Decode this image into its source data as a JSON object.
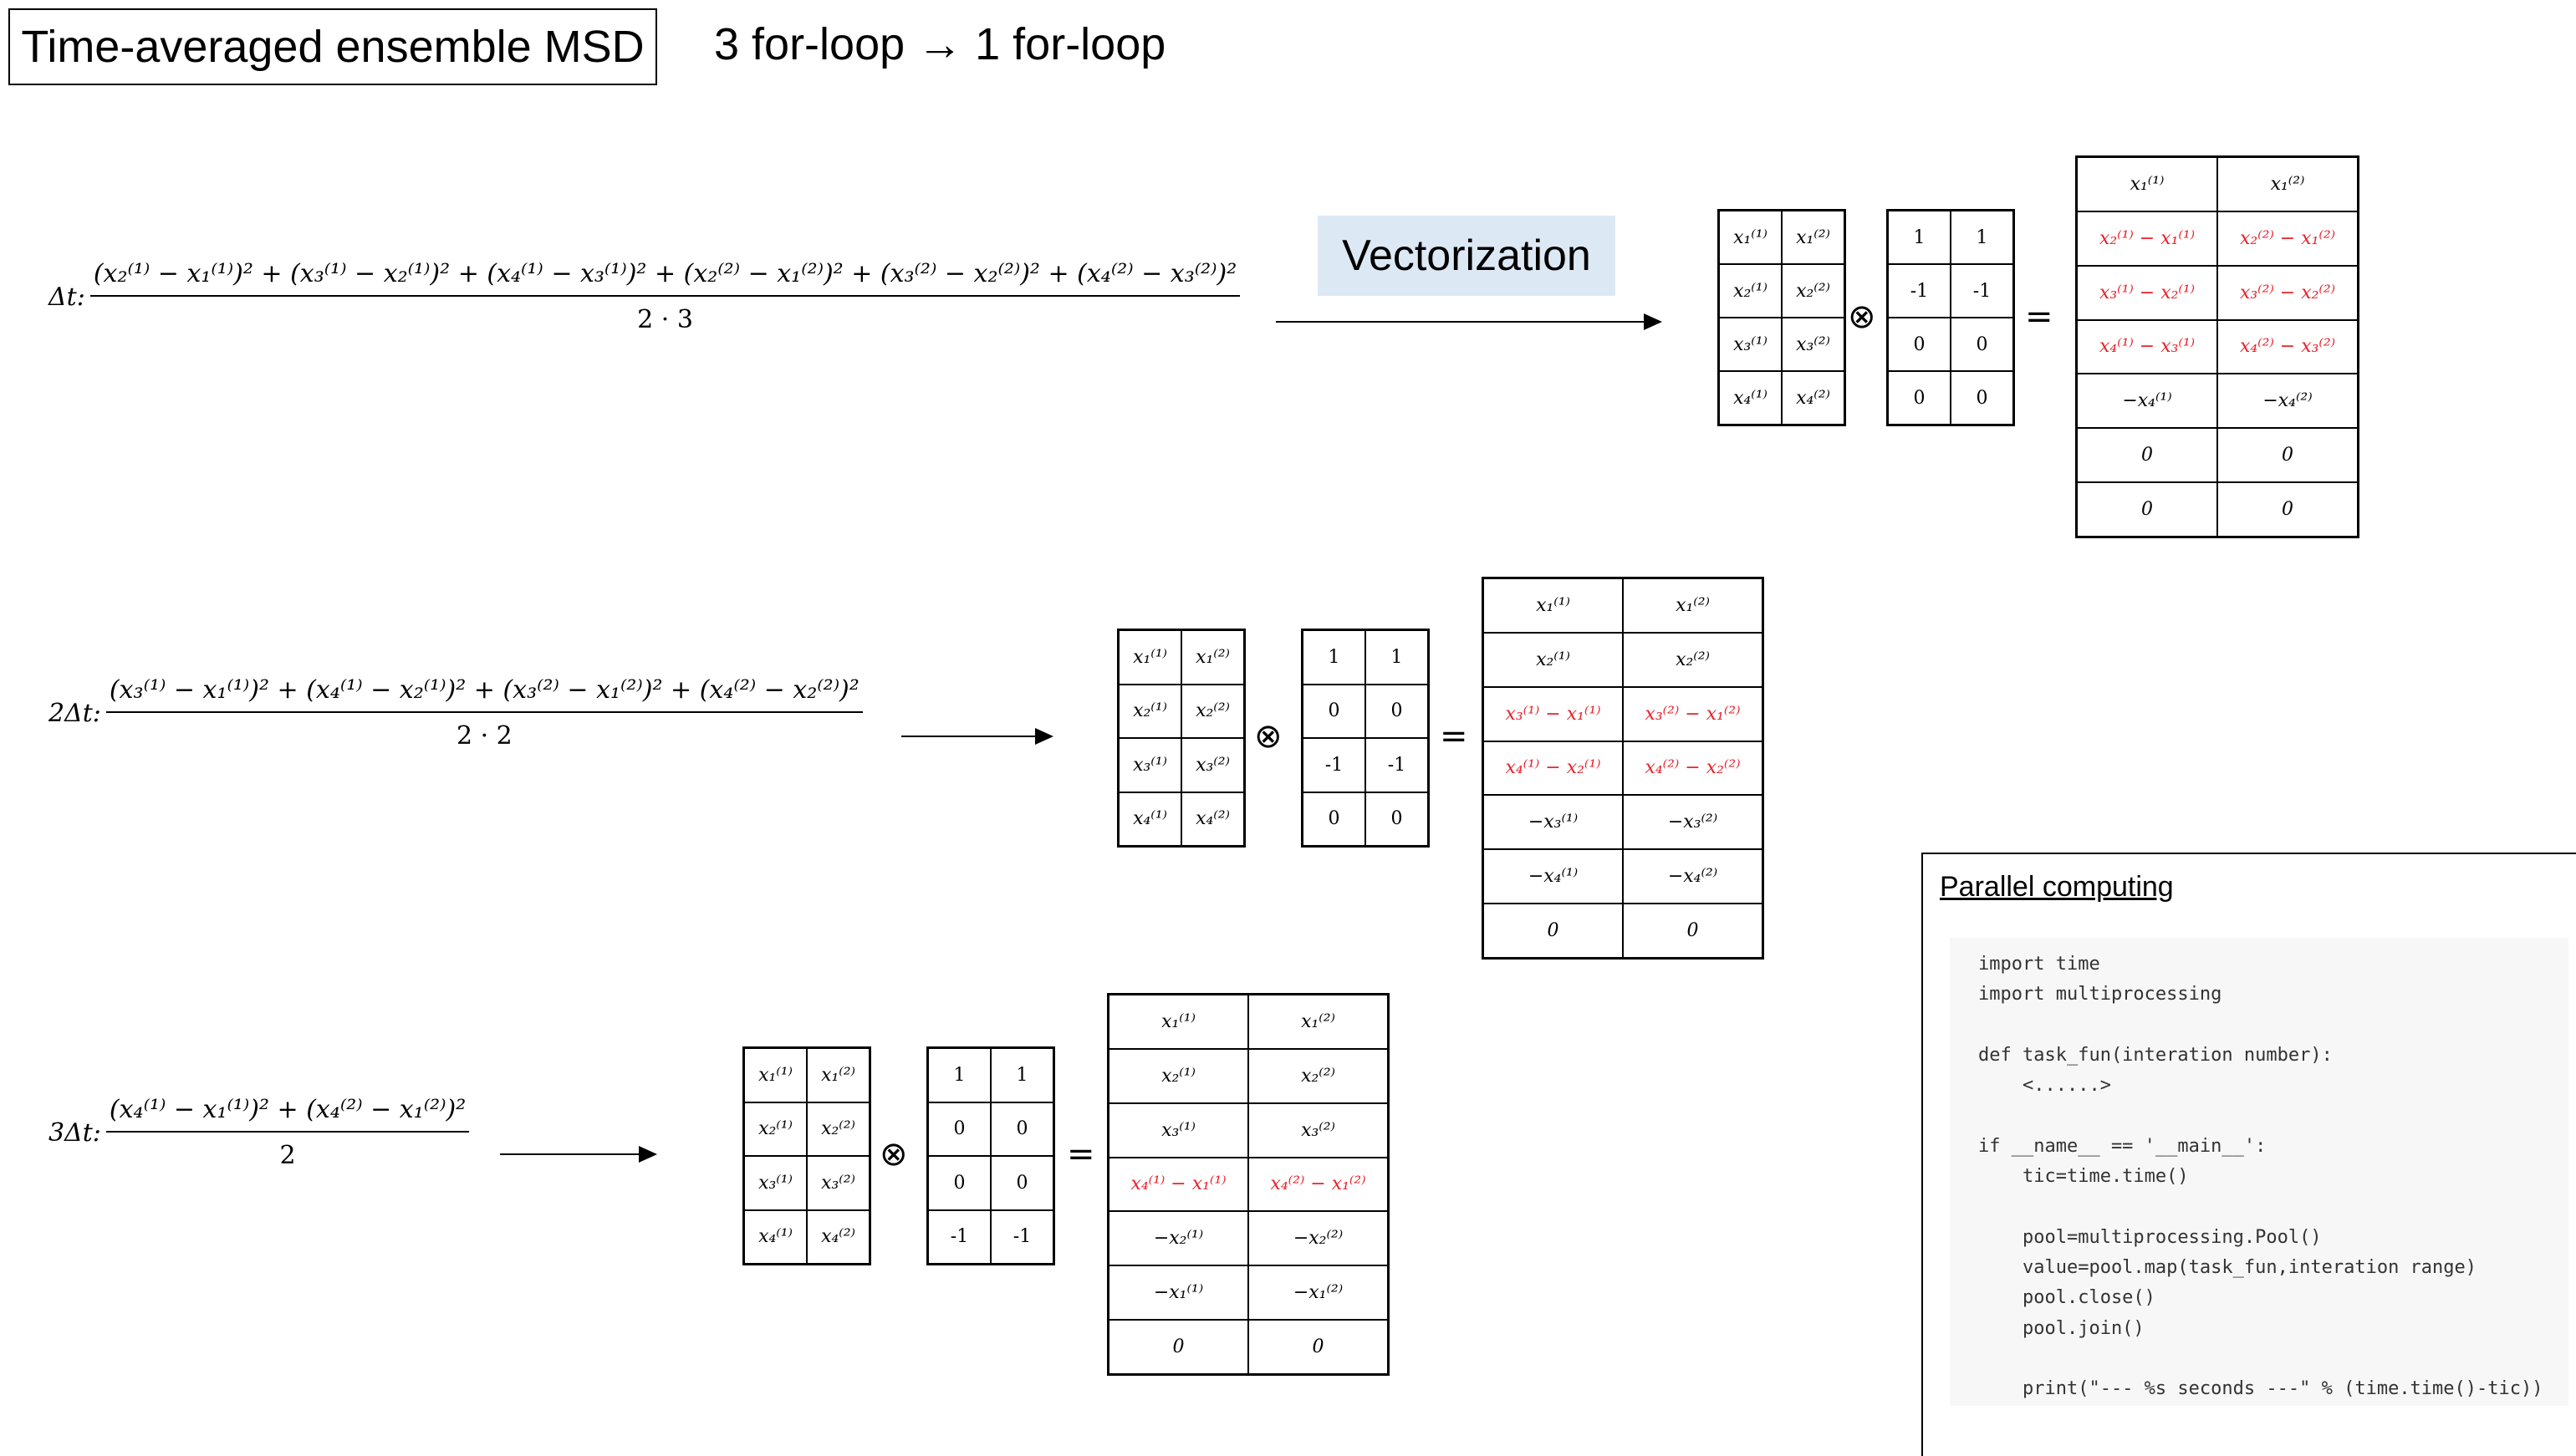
{
  "title": "Time-averaged ensemble MSD",
  "subtitle": "3 for-loop → 1 for-loop",
  "vectorization_label": "Vectorization",
  "formulas": [
    {
      "lhs": "Δt:",
      "numerator": "(x₂⁽¹⁾ − x₁⁽¹⁾)² + (x₃⁽¹⁾ − x₂⁽¹⁾)² + (x₄⁽¹⁾ − x₃⁽¹⁾)² + (x₂⁽²⁾ − x₁⁽²⁾)² + (x₃⁽²⁾ − x₂⁽²⁾)² + (x₄⁽²⁾ − x₃⁽²⁾)²",
      "denominator": "2 · 3"
    },
    {
      "lhs": "2Δt:",
      "numerator": "(x₃⁽¹⁾ − x₁⁽¹⁾)² + (x₄⁽¹⁾ − x₂⁽¹⁾)² + (x₃⁽²⁾ − x₁⁽²⁾)² + (x₄⁽²⁾ − x₂⁽²⁾)²",
      "denominator": "2 · 2"
    },
    {
      "lhs": "3Δt:",
      "numerator": "(x₄⁽¹⁾ − x₁⁽¹⁾)² + (x₄⁽²⁾ − x₁⁽²⁾)²",
      "denominator": "2"
    }
  ],
  "operator_symbols": {
    "kronecker": "⊗",
    "equals": "="
  },
  "x_matrix": [
    [
      "x₁⁽¹⁾",
      "x₁⁽²⁾"
    ],
    [
      "x₂⁽¹⁾",
      "x₂⁽²⁾"
    ],
    [
      "x₃⁽¹⁾",
      "x₃⁽²⁾"
    ],
    [
      "x₄⁽¹⁾",
      "x₄⁽²⁾"
    ]
  ],
  "operators": [
    [
      [
        "1",
        "1"
      ],
      [
        "-1",
        "-1"
      ],
      [
        "0",
        "0"
      ],
      [
        "0",
        "0"
      ]
    ],
    [
      [
        "1",
        "1"
      ],
      [
        "0",
        "0"
      ],
      [
        "-1",
        "-1"
      ],
      [
        "0",
        "0"
      ]
    ],
    [
      [
        "1",
        "1"
      ],
      [
        "0",
        "0"
      ],
      [
        "0",
        "0"
      ],
      [
        "-1",
        "-1"
      ]
    ]
  ],
  "results": [
    [
      [
        "x₁⁽¹⁾",
        "x₁⁽²⁾"
      ],
      [
        "x₂⁽¹⁾ − x₁⁽¹⁾",
        "x₂⁽²⁾ − x₁⁽²⁾"
      ],
      [
        "x₃⁽¹⁾ − x₂⁽¹⁾",
        "x₃⁽²⁾ − x₂⁽²⁾"
      ],
      [
        "x₄⁽¹⁾ − x₃⁽¹⁾",
        "x₄⁽²⁾ − x₃⁽²⁾"
      ],
      [
        "−x₄⁽¹⁾",
        "−x₄⁽²⁾"
      ],
      [
        "0",
        "0"
      ],
      [
        "0",
        "0"
      ]
    ],
    [
      [
        "x₁⁽¹⁾",
        "x₁⁽²⁾"
      ],
      [
        "x₂⁽¹⁾",
        "x₂⁽²⁾"
      ],
      [
        "x₃⁽¹⁾ − x₁⁽¹⁾",
        "x₃⁽²⁾ − x₁⁽²⁾"
      ],
      [
        "x₄⁽¹⁾ − x₂⁽¹⁾",
        "x₄⁽²⁾ − x₂⁽²⁾"
      ],
      [
        "−x₃⁽¹⁾",
        "−x₃⁽²⁾"
      ],
      [
        "−x₄⁽¹⁾",
        "−x₄⁽²⁾"
      ],
      [
        "0",
        "0"
      ]
    ],
    [
      [
        "x₁⁽¹⁾",
        "x₁⁽²⁾"
      ],
      [
        "x₂⁽¹⁾",
        "x₂⁽²⁾"
      ],
      [
        "x₃⁽¹⁾",
        "x₃⁽²⁾"
      ],
      [
        "x₄⁽¹⁾ − x₁⁽¹⁾",
        "x₄⁽²⁾ − x₁⁽²⁾"
      ],
      [
        "−x₂⁽¹⁾",
        "−x₂⁽²⁾"
      ],
      [
        "−x₁⁽¹⁾",
        "−x₁⁽²⁾"
      ],
      [
        "0",
        "0"
      ]
    ]
  ],
  "highlight_rows": [
    [
      1,
      2,
      3
    ],
    [
      2,
      3
    ],
    [
      3
    ]
  ],
  "highlight_color": "#e8222a",
  "vectorization_bg": "#dde8f5",
  "code_panel": {
    "title": "Parallel computing",
    "code": "import time\nimport multiprocessing\n\ndef task_fun(interation number):\n    <......>\n\nif __name__ == '__main__':\n    tic=time.time()\n\n    pool=multiprocessing.Pool()\n    value=pool.map(task_fun,interation range)\n    pool.close()\n    pool.join()\n\n    print(\"--- %s seconds ---\" % (time.time()-tic))"
  }
}
